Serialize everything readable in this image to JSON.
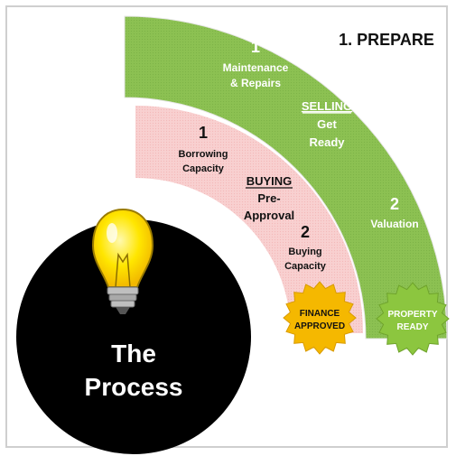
{
  "heading": "1. PREPARE",
  "selling": {
    "title": "SELLING",
    "subtitle_line1": "Get",
    "subtitle_line2": "Ready",
    "step1_number": "1",
    "step1_line1": "Maintenance",
    "step1_line2": "& Repairs",
    "step2_number": "2",
    "step2_label": "Valuation"
  },
  "buying": {
    "title": "BUYING",
    "subtitle_line1": "Pre-",
    "subtitle_line2": "Approval",
    "step1_number": "1",
    "step1_line1": "Borrowing",
    "step1_line2": "Capacity",
    "step2_number": "2",
    "step2_line1": "Buying",
    "step2_line2": "Capacity"
  },
  "badges": {
    "finance_line1": "FINANCE",
    "finance_line2": "APPROVED",
    "property_line1": "PROPERTY",
    "property_line2": "READY"
  },
  "process": {
    "line1": "The",
    "line2": "Process"
  },
  "colors": {
    "selling_band": "#8cc152",
    "buying_band": "#f6c9c9",
    "finance_badge": "#f5b800",
    "property_badge": "#8cc63f",
    "circle": "#000000",
    "bulb": "#ffe100"
  }
}
